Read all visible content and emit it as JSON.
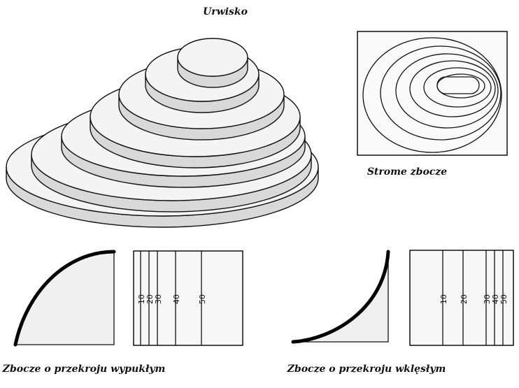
{
  "title": "Urwisko",
  "steep_slope": {
    "caption": "Strome zbocze"
  },
  "convex_slope": {
    "caption": "Zbocze o przekroju wypukłym",
    "contour_labels": [
      "10",
      "20",
      "30",
      "40",
      "50"
    ]
  },
  "concave_slope": {
    "caption": "Zbocze o przekroju wklęsłym",
    "contour_labels": [
      "10",
      "20",
      "30",
      "40",
      "50"
    ]
  },
  "colors": {
    "ink": "#111111",
    "paper": "#ffffff",
    "disc_top": "#f4f4f4",
    "disc_side": "#d9d9d9"
  }
}
